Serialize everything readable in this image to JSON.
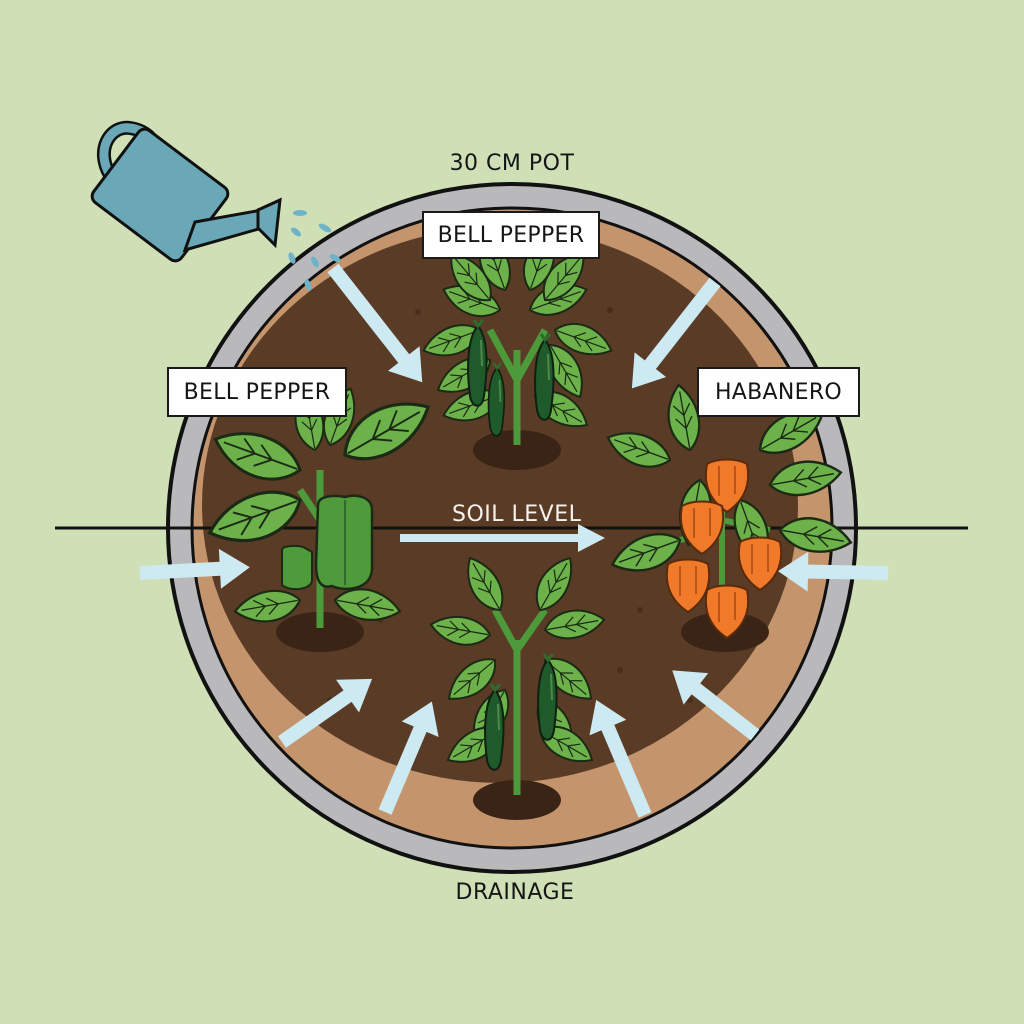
{
  "diagram": {
    "title": "30 CM POT",
    "bottom_label": "DRAINAGE",
    "center_label": "SOIL LEVEL",
    "plants": [
      {
        "label": "BELL PEPPER",
        "position": "top",
        "fruit": "green chili",
        "fruit_color": "#1f5a2a"
      },
      {
        "label": "BELL PEPPER",
        "position": "left",
        "fruit": "green bell pepper",
        "fruit_color": "#4f9a3a"
      },
      {
        "label": "HABANERO",
        "position": "right",
        "fruit": "orange habanero",
        "fruit_color": "#f07a2a"
      },
      {
        "label": "",
        "position": "bottom",
        "fruit": "green chili",
        "fruit_color": "#1f5a2a"
      }
    ],
    "icons": {
      "watering_can": "watering-can-icon",
      "water_arrows": "arrow-icon"
    },
    "colors": {
      "background": "#cfdfb6",
      "pot_rim": "#b9b9bb",
      "soil_outer": "#c4946c",
      "soil_inner": "#5a3b25",
      "water_arrow": "#cde9f1",
      "leaf": "#6cb14a",
      "watering_can": "#6aa8b8"
    }
  }
}
